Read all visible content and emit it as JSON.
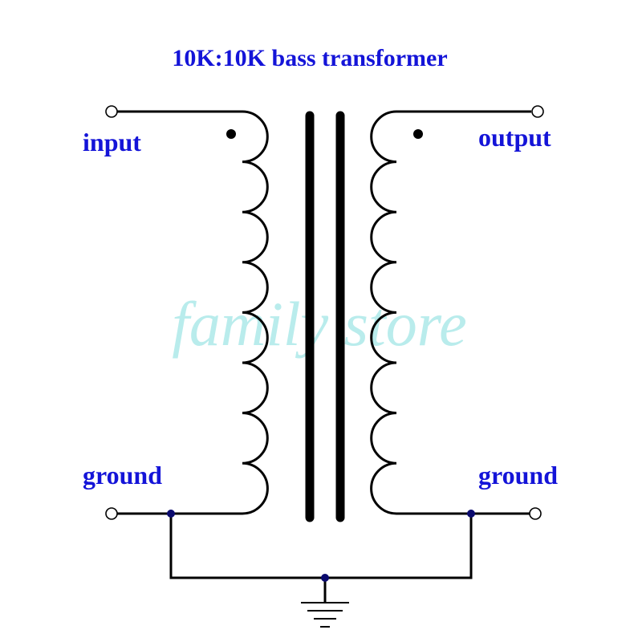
{
  "diagram": {
    "title": "10K:10K bass transformer",
    "labels": {
      "input": "input",
      "output": "output",
      "ground_left": "ground",
      "ground_right": "ground"
    },
    "watermark": "family store",
    "colors": {
      "label": "#1414d8",
      "wire": "#000000",
      "node": "#0a0a6e",
      "watermark": "#b9ecec",
      "background": "#ffffff"
    },
    "primary_coil": {
      "bumps": 8,
      "polarity_dot": true
    },
    "secondary_coil": {
      "bumps": 8,
      "polarity_dot": true
    },
    "core_bars": 2,
    "ground_symbol": "earth-ground-icon"
  }
}
